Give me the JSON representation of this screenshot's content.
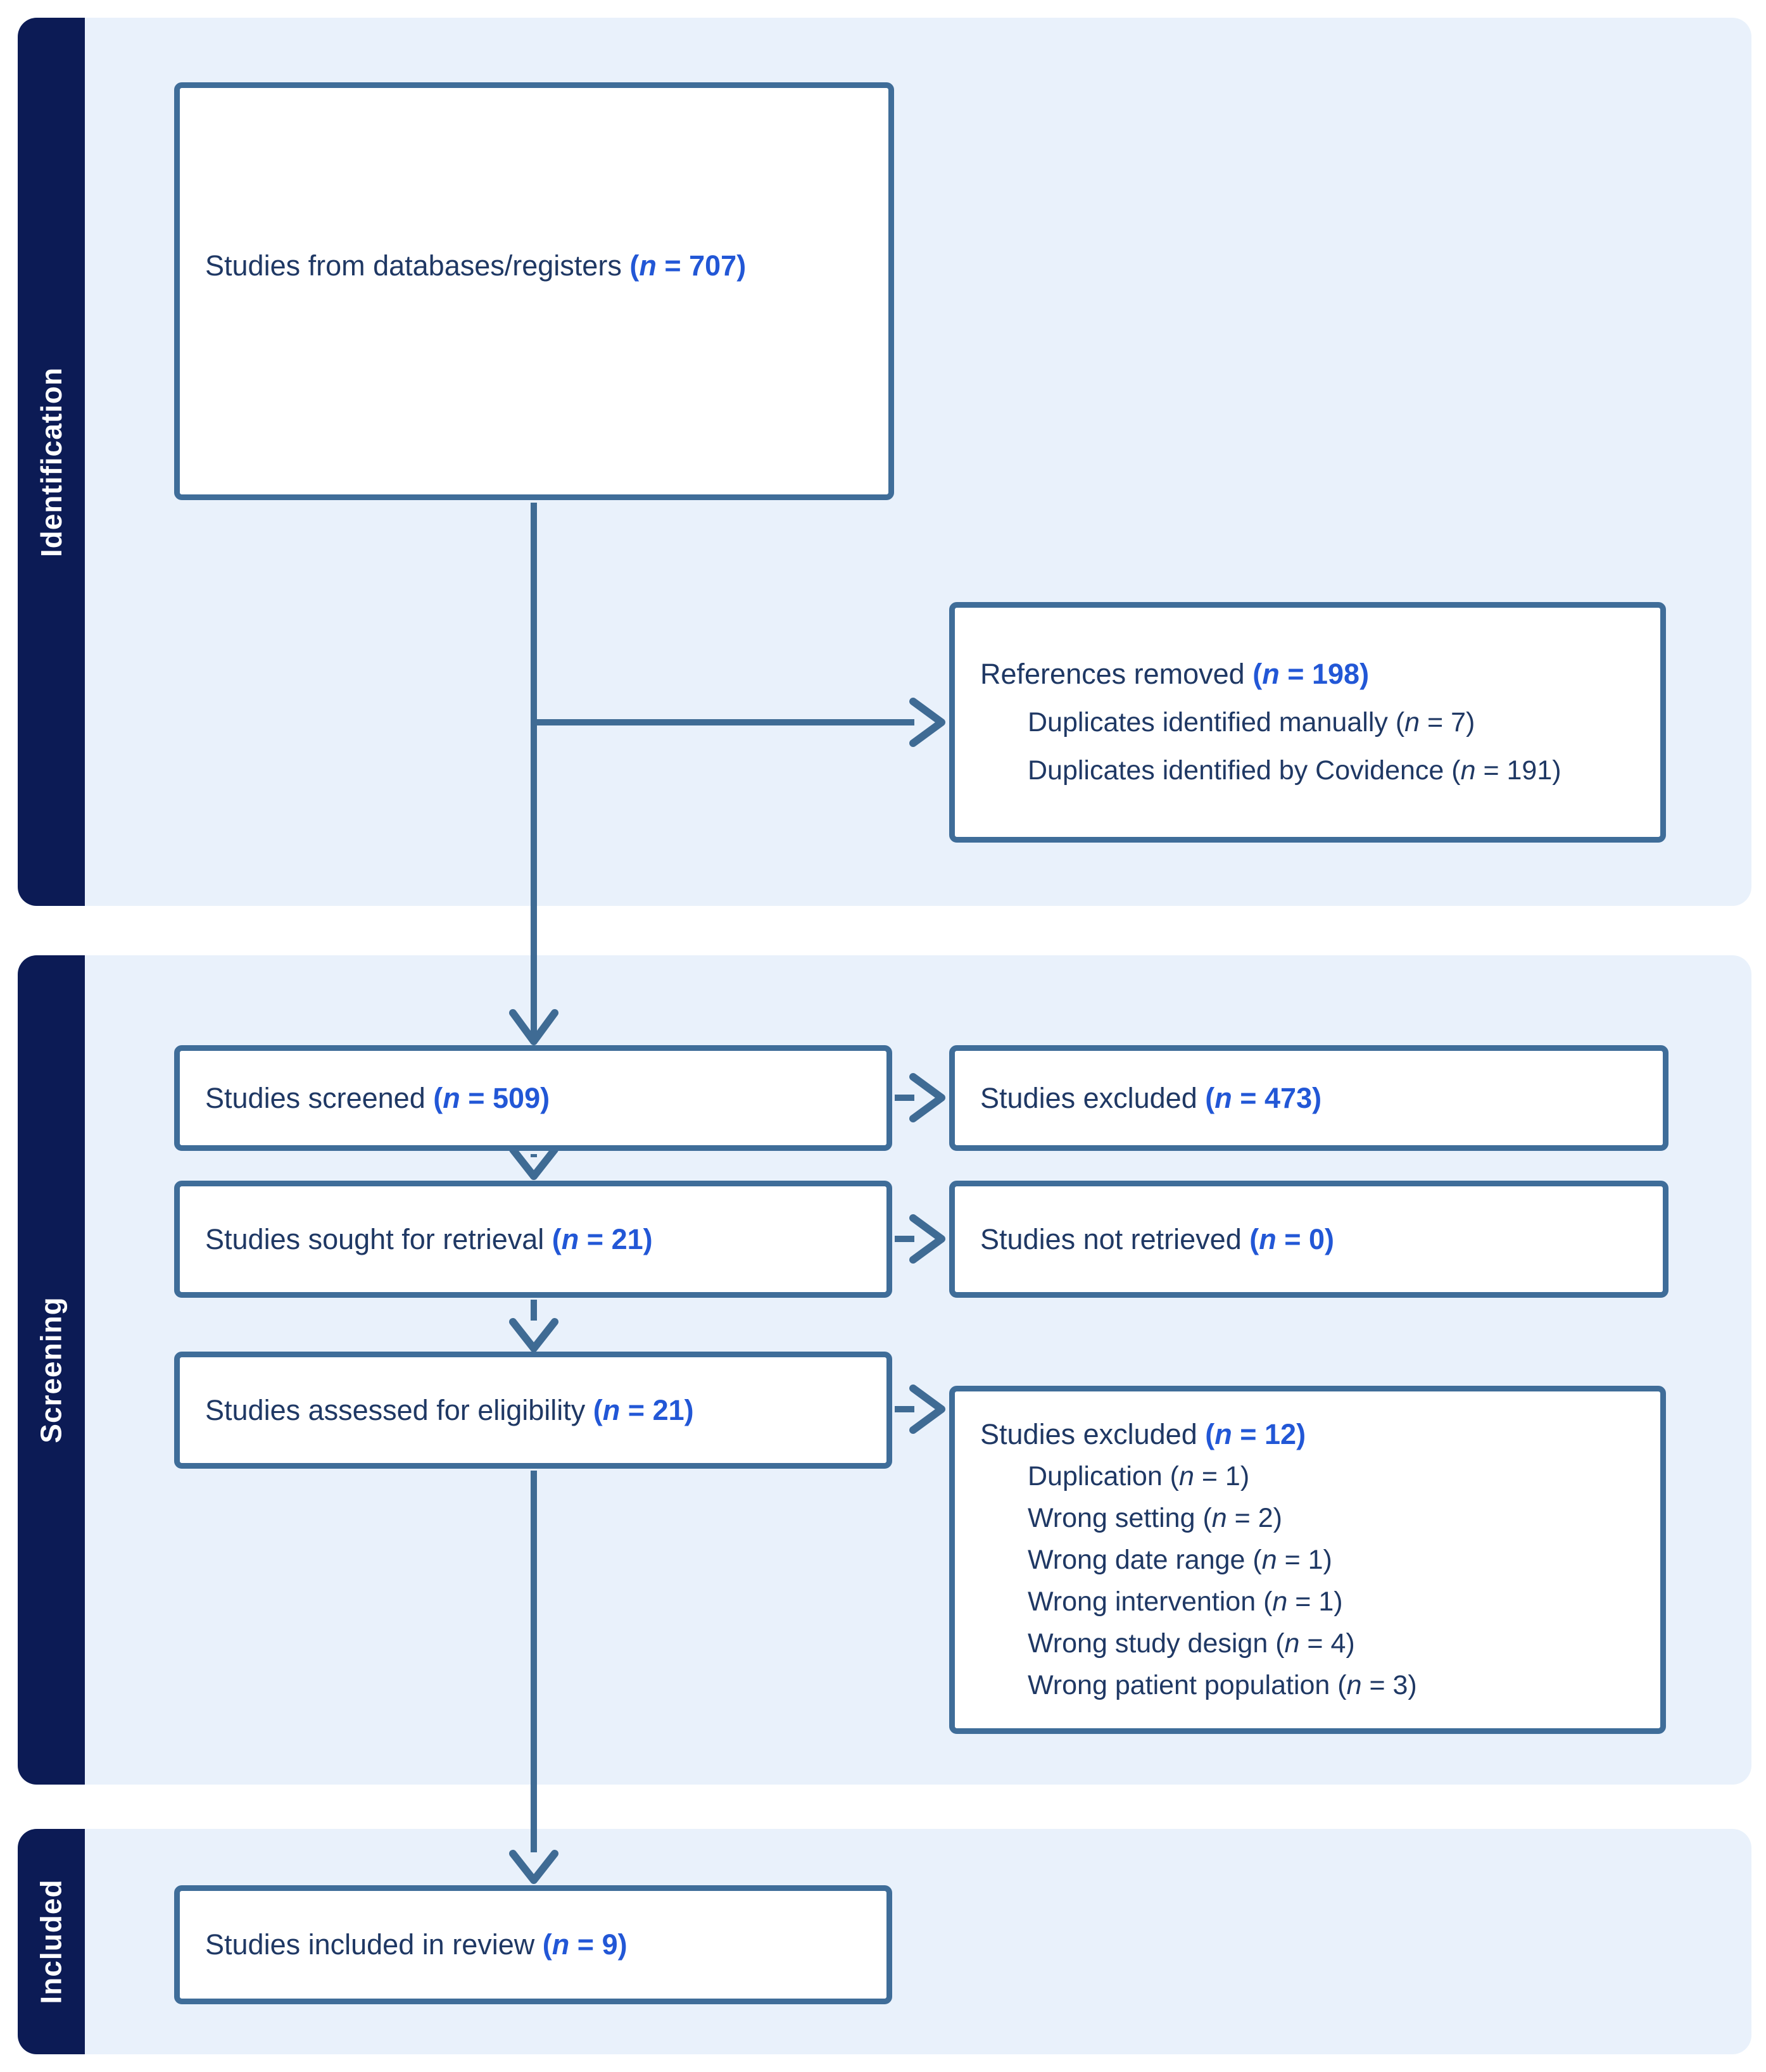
{
  "palette": {
    "navy_bar": "#0c1b55",
    "panel_blue": "#e9f1fb",
    "line_blue": "#3f6b94",
    "box_border": "#3f6d99",
    "text_navy": "#1f3864",
    "accent_blue": "#2257d6",
    "box_fill": "#ffffff"
  },
  "sections": [
    {
      "id": "identification",
      "label": "Identification"
    },
    {
      "id": "screening",
      "label": "Screening"
    },
    {
      "id": "included",
      "label": "Included"
    }
  ],
  "boxes": [
    {
      "id": "databases",
      "lines": [
        {
          "indent": 0,
          "segments": [
            {
              "t": "Studies from databases/registers ",
              "s": "main"
            },
            {
              "t": "(",
              "s": "acc"
            },
            {
              "t": "n",
              "s": "accItal"
            },
            {
              "t": " = 707)",
              "s": "acc"
            }
          ]
        }
      ]
    },
    {
      "id": "refs",
      "lines": [
        {
          "indent": 0,
          "segments": [
            {
              "t": "References removed ",
              "s": "main"
            },
            {
              "t": "(",
              "s": "acc"
            },
            {
              "t": "n",
              "s": "accItal"
            },
            {
              "t": " = 198)",
              "s": "acc"
            }
          ]
        },
        {
          "indent": 1,
          "segments": [
            {
              "t": "Duplicates identified manually (",
              "s": "sub"
            },
            {
              "t": "n",
              "s": "subItal"
            },
            {
              "t": " = 7)",
              "s": "sub"
            }
          ]
        },
        {
          "indent": 1,
          "segments": [
            {
              "t": "Duplicates identified by Covidence (",
              "s": "sub"
            },
            {
              "t": "n",
              "s": "subItal"
            },
            {
              "t": " = 191)",
              "s": "sub"
            }
          ]
        }
      ]
    },
    {
      "id": "screened",
      "lines": [
        {
          "indent": 0,
          "segments": [
            {
              "t": "Studies screened ",
              "s": "main"
            },
            {
              "t": "(",
              "s": "acc"
            },
            {
              "t": "n",
              "s": "accItal"
            },
            {
              "t": " = 509)",
              "s": "acc"
            }
          ]
        }
      ]
    },
    {
      "id": "excluded473",
      "lines": [
        {
          "indent": 0,
          "segments": [
            {
              "t": "Studies excluded ",
              "s": "main"
            },
            {
              "t": "(",
              "s": "acc"
            },
            {
              "t": "n",
              "s": "accItal"
            },
            {
              "t": " = 473)",
              "s": "acc"
            }
          ]
        }
      ]
    },
    {
      "id": "sought",
      "lines": [
        {
          "indent": 0,
          "segments": [
            {
              "t": "Studies sought for retrieval ",
              "s": "main"
            },
            {
              "t": "(",
              "s": "acc"
            },
            {
              "t": "n",
              "s": "accItal"
            },
            {
              "t": " = 21)",
              "s": "acc"
            }
          ]
        }
      ]
    },
    {
      "id": "notretrieved",
      "lines": [
        {
          "indent": 0,
          "segments": [
            {
              "t": "Studies not retrieved ",
              "s": "main"
            },
            {
              "t": "(",
              "s": "acc"
            },
            {
              "t": "n",
              "s": "accItal"
            },
            {
              "t": " = 0)",
              "s": "acc"
            }
          ]
        }
      ]
    },
    {
      "id": "eligibility",
      "lines": [
        {
          "indent": 0,
          "segments": [
            {
              "t": "Studies assessed for eligibility ",
              "s": "main"
            },
            {
              "t": "(",
              "s": "acc"
            },
            {
              "t": "n",
              "s": "accItal"
            },
            {
              "t": " = 21)",
              "s": "acc"
            }
          ]
        }
      ]
    },
    {
      "id": "excluded12",
      "lines": [
        {
          "indent": 0,
          "segments": [
            {
              "t": "Studies excluded ",
              "s": "main"
            },
            {
              "t": "(",
              "s": "acc"
            },
            {
              "t": "n",
              "s": "accItal"
            },
            {
              "t": " = 12)",
              "s": "acc"
            }
          ]
        },
        {
          "indent": 1,
          "segments": [
            {
              "t": "Duplication (",
              "s": "sub"
            },
            {
              "t": "n",
              "s": "subItal"
            },
            {
              "t": " = 1)",
              "s": "sub"
            }
          ]
        },
        {
          "indent": 1,
          "segments": [
            {
              "t": "Wrong setting (",
              "s": "sub"
            },
            {
              "t": "n",
              "s": "subItal"
            },
            {
              "t": " = 2)",
              "s": "sub"
            }
          ]
        },
        {
          "indent": 1,
          "segments": [
            {
              "t": "Wrong date range (",
              "s": "sub"
            },
            {
              "t": "n",
              "s": "subItal"
            },
            {
              "t": " = 1)",
              "s": "sub"
            }
          ]
        },
        {
          "indent": 1,
          "segments": [
            {
              "t": "Wrong intervention (",
              "s": "sub"
            },
            {
              "t": "n",
              "s": "subItal"
            },
            {
              "t": " = 1)",
              "s": "sub"
            }
          ]
        },
        {
          "indent": 1,
          "segments": [
            {
              "t": "Wrong study design (",
              "s": "sub"
            },
            {
              "t": "n",
              "s": "subItal"
            },
            {
              "t": " = 4)",
              "s": "sub"
            }
          ]
        },
        {
          "indent": 1,
          "segments": [
            {
              "t": "Wrong patient population (",
              "s": "sub"
            },
            {
              "t": "n",
              "s": "subItal"
            },
            {
              "t": " = 3)",
              "s": "sub"
            }
          ]
        }
      ]
    },
    {
      "id": "included",
      "lines": [
        {
          "indent": 0,
          "segments": [
            {
              "t": "Studies included in review ",
              "s": "main"
            },
            {
              "t": "(",
              "s": "acc"
            },
            {
              "t": "n",
              "s": "accItal"
            },
            {
              "t": " = 9)",
              "s": "acc"
            }
          ]
        }
      ]
    }
  ]
}
